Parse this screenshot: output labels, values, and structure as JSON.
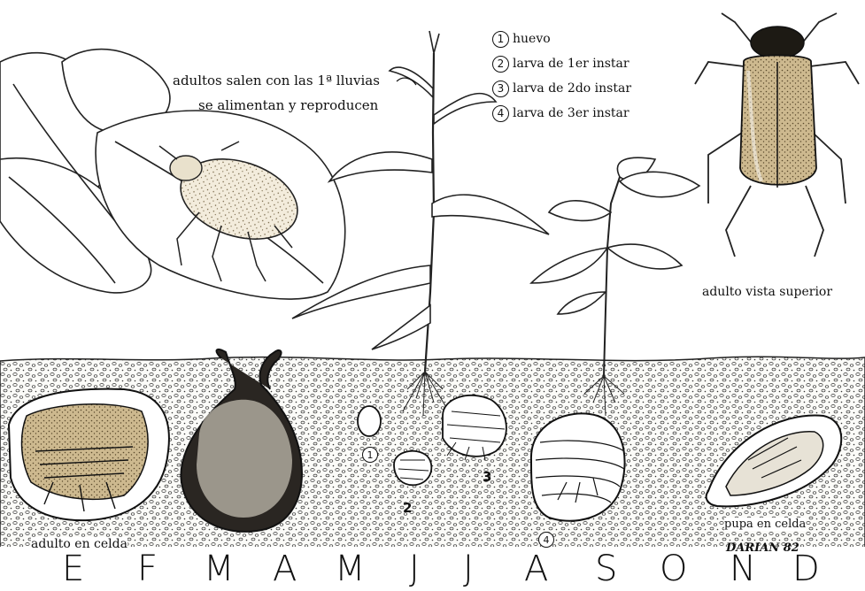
{
  "labels": {
    "adults_emerge_line1": "adultos  salen con las 1ª lluvias",
    "adults_emerge_line2": "se alimentan y reproducen",
    "adult_top_view": "adulto  vista superior",
    "adult_in_cell": "adulto  en  celda",
    "pupa_in_cell": "pupa en celda"
  },
  "legend": [
    {
      "num": "1",
      "text": "huevo"
    },
    {
      "num": "2",
      "text": "larva de 1er  instar"
    },
    {
      "num": "3",
      "text": "larva de 2do instar"
    },
    {
      "num": "4",
      "text": "larva de 3er  instar"
    }
  ],
  "stage_markers": {
    "egg": "1",
    "larva1": "2",
    "larva2": "3",
    "larva3": "4"
  },
  "months": [
    "E",
    "F",
    "M",
    "A",
    "M",
    "J",
    "J",
    "A",
    "S",
    "O",
    "N",
    "D"
  ],
  "signature": "DARIAN 82"
}
